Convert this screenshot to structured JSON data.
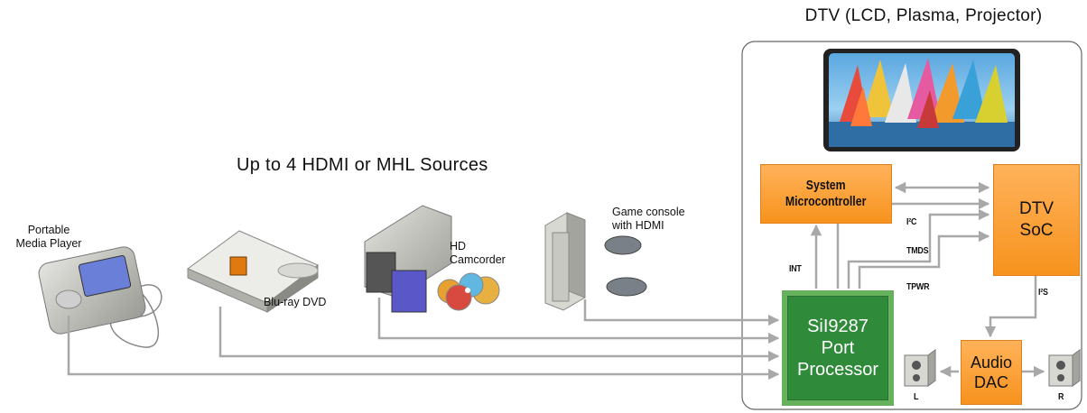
{
  "title_dtv": "DTV (LCD, Plasma, Projector)",
  "title_sources": "Up to 4 HDMI or MHL Sources",
  "devices": {
    "portable_media_player": [
      "Portable",
      "Media Player"
    ],
    "bluray": "Blu-ray DVD",
    "camcorder": [
      "HD",
      "Camcorder"
    ],
    "game_console": [
      "Game console",
      "with HDMI"
    ]
  },
  "blocks": {
    "system_micro": [
      "System",
      "Microcontroller"
    ],
    "dtv_soc": [
      "DTV",
      "SoC"
    ],
    "port_processor": [
      "SiI9287",
      "Port",
      "Processor"
    ],
    "audio_dac": [
      "Audio",
      "DAC"
    ]
  },
  "signals": {
    "int": "INT",
    "i2c": "I²C",
    "tmds": "TMDS",
    "tpwr": "TPWR",
    "i2s": "I²S"
  },
  "speakers": {
    "left": "L",
    "right": "R"
  },
  "colors": {
    "orange_block": "#f7931e",
    "green_block": "#2f8a3a",
    "connector_gray": "#a8a8a8"
  }
}
